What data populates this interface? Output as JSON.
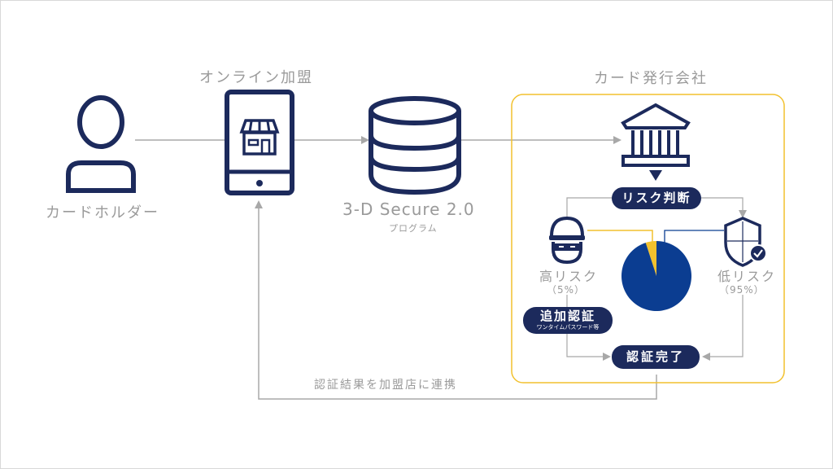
{
  "colors": {
    "navy": "#1c2a5c",
    "pie_blue": "#0b3d91",
    "accent_yellow": "#f2c12e",
    "arrow_gray": "#a8a8a8",
    "label_gray": "#9a9a9a"
  },
  "nodes": {
    "cardholder": {
      "label": "カードホルダー",
      "icon": "person-icon"
    },
    "merchant": {
      "label": "オンライン加盟",
      "icon": "tablet-store-icon"
    },
    "program": {
      "label": "3-D Secure 2.0",
      "sublabel": "プログラム",
      "icon": "database-icon"
    },
    "issuer": {
      "label": "カード発行会社",
      "icon": "bank-icon"
    }
  },
  "issuer_flow": {
    "risk_judgment": "リスク判断",
    "high_risk": {
      "label": "高リスク",
      "percent": "（5%）",
      "icon": "thief-icon"
    },
    "low_risk": {
      "label": "低リスク",
      "percent": "（95%）",
      "icon": "shield-check-icon"
    },
    "additional_auth": {
      "label": "追加認証",
      "sublabel": "ワンタイムパスワード等"
    },
    "auth_complete": "認証完了"
  },
  "return_flow_label": "認証結果を加盟店に連携",
  "chart_data": {
    "type": "pie",
    "slices": [
      {
        "name": "高リスク",
        "value": 5,
        "color": "#f2c12e"
      },
      {
        "name": "低リスク",
        "value": 95,
        "color": "#0b3d91"
      }
    ]
  }
}
